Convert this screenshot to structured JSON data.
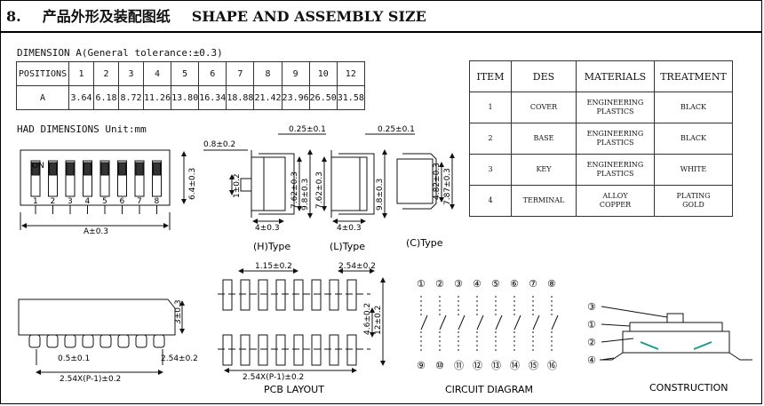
{
  "title": {
    "number": "8.",
    "cn": "产品外形及装配图纸",
    "en": "SHAPE AND ASSEMBLY SIZE"
  },
  "dimension_caption": "DIMENSION A(General tolerance:±0.3)",
  "dimension_table": {
    "row_positions_label": "POSITIONS",
    "row_a_label": "A",
    "positions": [
      "1",
      "2",
      "3",
      "4",
      "5",
      "6",
      "7",
      "8",
      "9",
      "10",
      "12"
    ],
    "a_values": [
      "3.64",
      "6.18",
      "8.72",
      "11.26",
      "13.80",
      "16.34",
      "18.88",
      "21.42",
      "23.96",
      "26.50",
      "31.58"
    ]
  },
  "materials_table": {
    "headers": [
      "ITEM",
      "DES",
      "MATERIALS",
      "TREATMENT"
    ],
    "rows": [
      {
        "item": "1",
        "des": "COVER",
        "mat1": "ENGINEERING",
        "mat2": "PLASTICS",
        "treat1": "BLACK",
        "treat2": ""
      },
      {
        "item": "2",
        "des": "BASE",
        "mat1": "ENGINEERING",
        "mat2": "PLASTICS",
        "treat1": "BLACK",
        "treat2": ""
      },
      {
        "item": "3",
        "des": "KEY",
        "mat1": "ENGINEERING",
        "mat2": "PLASTICS",
        "treat1": "WHITE",
        "treat2": ""
      },
      {
        "item": "4",
        "des": "TERMINAL",
        "mat1": "ALLOY",
        "mat2": "COPPER",
        "treat1": "PLATING",
        "treat2": "GOLD"
      }
    ]
  },
  "had_caption": "HAD DIMENSIONS Unit:mm",
  "top_view": {
    "on_label": "ON",
    "switch_numbers": [
      "1",
      "2",
      "3",
      "4",
      "5",
      "6",
      "7",
      "8"
    ],
    "height_dim": "6.4±0.3",
    "width_dim": "A±0.3"
  },
  "h_type": {
    "label": "(H)Type",
    "d1": "0.8±0.2",
    "d2": "0.25±0.1",
    "d3": "1±0.2",
    "d4": "7.62±0.3",
    "d5": "9.8±0.3",
    "d6": "4±0.3"
  },
  "l_type": {
    "label": "(L)Type",
    "d1": "0.25±0.1",
    "d2": "7.62±0.3",
    "d3": "9.8±0.3",
    "d4": "4±0.3"
  },
  "c_type": {
    "label": "(C)Type",
    "d1": "4.82±0.3",
    "d2": "7.87±0.3"
  },
  "side_view": {
    "d1": "3±0.3",
    "d2": "0.5±0.1",
    "d3": "2.54±0.2",
    "d4": "2.54X(P-1)±0.2"
  },
  "pcb": {
    "label": "PCB LAYOUT",
    "d1": "1.15±0.2",
    "d2": "2.54±0.2",
    "d3": "4.6±0.2",
    "d4": "12±0.2",
    "d5": "2.54X(P-1)±0.2"
  },
  "circuit": {
    "label": "CIRCUIT DIAGRAM",
    "top_pins": [
      "①",
      "②",
      "③",
      "④",
      "⑤",
      "⑥",
      "⑦",
      "⑧"
    ],
    "bottom_pins": [
      "⑨",
      "⑩",
      "⑪",
      "⑫",
      "⑬",
      "⑭",
      "⑮",
      "⑯"
    ]
  },
  "construction": {
    "label": "CONSTRUCTION",
    "callouts": [
      "③",
      "①",
      "②",
      "④"
    ]
  }
}
